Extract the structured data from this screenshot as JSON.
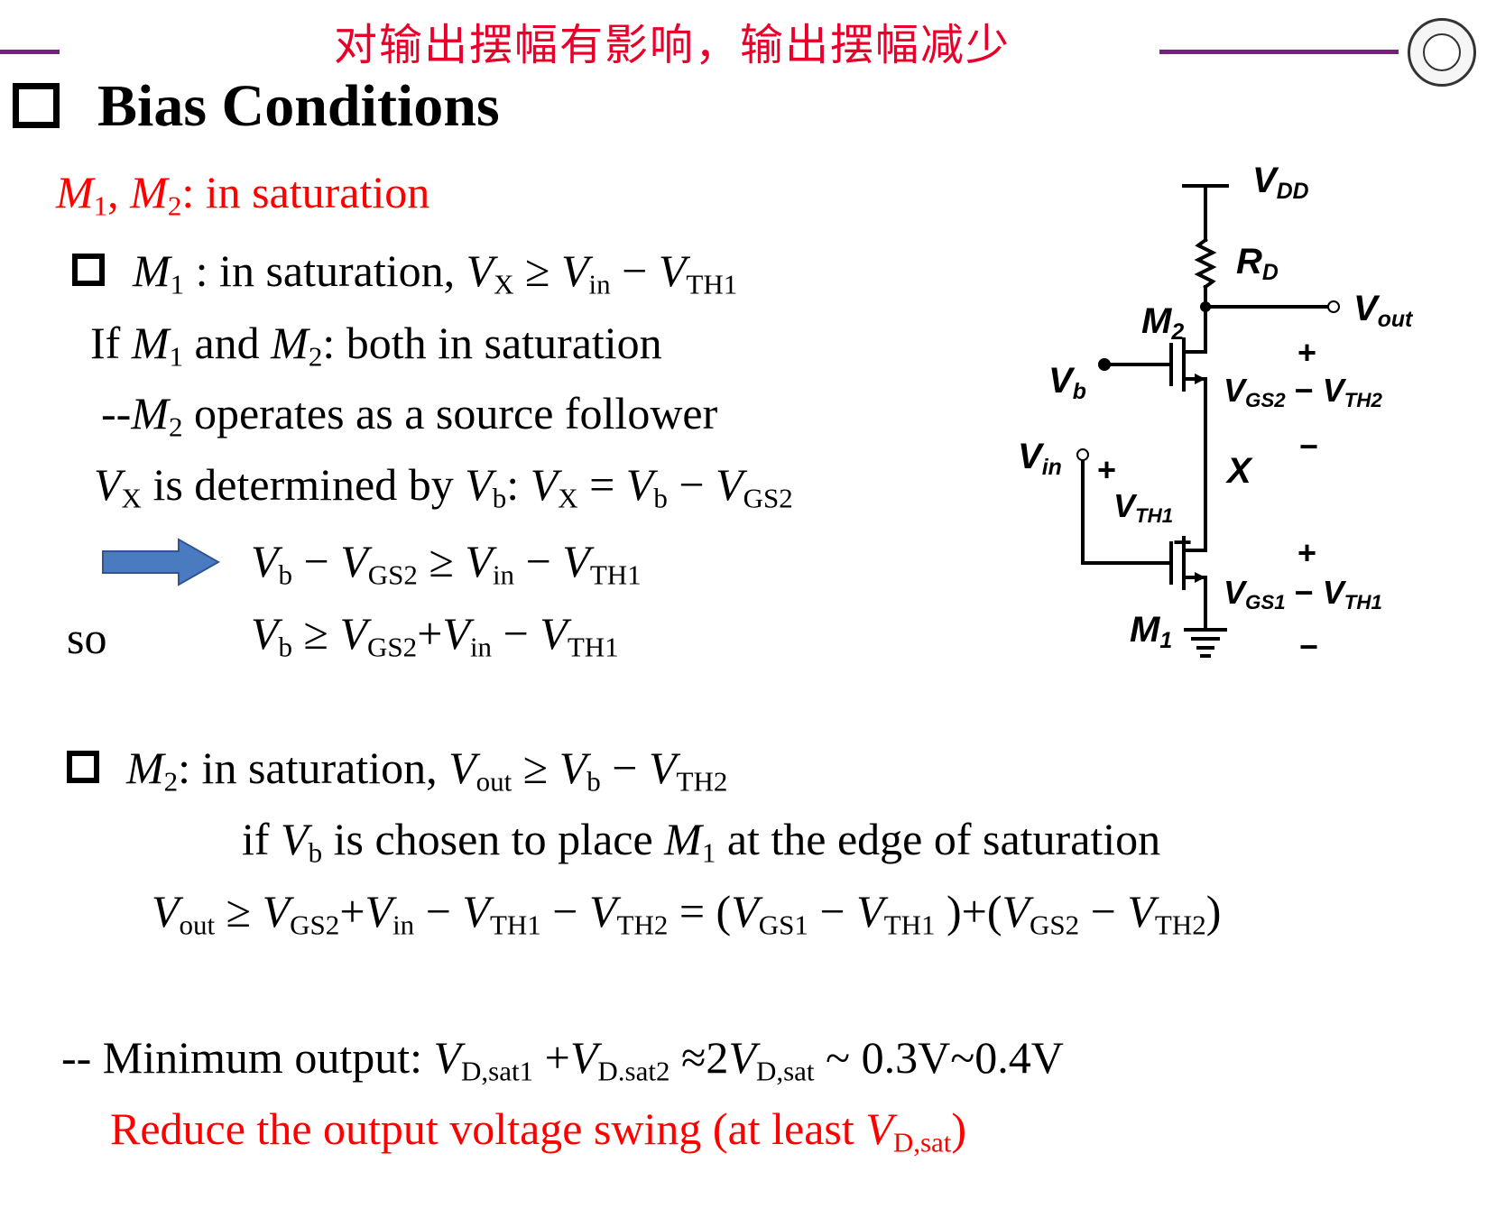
{
  "annotation": {
    "handwritten": "对输出摆幅有影响，输出摆幅减少"
  },
  "title": "Bias Conditions",
  "lines": {
    "l1": {
      "m1": "M",
      "s1": "1",
      "comma": ", ",
      "m2": "M",
      "s2": "2",
      "text": ": in saturation"
    },
    "l2": {
      "m": "M",
      "s": "1",
      "t1": " : in saturation, ",
      "vx": "V",
      "sx": "X",
      "ge": " ≥ ",
      "vin": "V",
      "sin": "in",
      "minus": " − ",
      "vth": "V",
      "sth": "TH1"
    },
    "l3": {
      "t1": "If ",
      "m1": "M",
      "s1": "1",
      "t2": " and ",
      "m2": "M",
      "s2": "2",
      "t3": ": both in saturation"
    },
    "l4": {
      "t1": "--",
      "m": "M",
      "s": "2",
      "t2": " operates as a source follower"
    },
    "l5": {
      "v1": "V",
      "s1": "X",
      "t1": " is determined by ",
      "v2": "V",
      "s2": "b",
      "t2": ": ",
      "v3": "V",
      "s3": "X",
      "t3": " = ",
      "v4": "V",
      "s4": "b",
      "t4": " − ",
      "v5": "V",
      "s5": "GS2"
    },
    "l6": {
      "v1": "V",
      "s1": "b",
      "t1": " − ",
      "v2": "V",
      "s2": "GS2",
      "t2": " ≥ ",
      "v3": "V",
      "s3": "in",
      "t3": " − ",
      "v4": "V",
      "s4": "TH1"
    },
    "l7": {
      "so": "so",
      "v1": "V",
      "s1": "b",
      "t1": " ≥ ",
      "v2": "V",
      "s2": "GS2",
      "t2": "+",
      "v3": "V",
      "s3": "in",
      "t3": " − ",
      "v4": "V",
      "s4": "TH1"
    },
    "l8": {
      "m": "M",
      "s": "2",
      "t1": ": in saturation, ",
      "v1": "V",
      "s1": "out",
      "t2": " ≥ ",
      "v2": "V",
      "s2": "b",
      "t3": " − ",
      "v3": "V",
      "s3": "TH2"
    },
    "l9": {
      "t1": "if ",
      "v": "V",
      "s": "b",
      "t2": " is chosen to place ",
      "m": "M",
      "ms": "1",
      "t3": " at the edge of saturation"
    },
    "l10": {
      "v1": "V",
      "s1": "out",
      "t1": " ≥ ",
      "v2": "V",
      "s2": "GS2",
      "t2": "+",
      "v3": "V",
      "s3": "in",
      "t3": " − ",
      "v4": "V",
      "s4": "TH1",
      "t4": " − ",
      "v5": "V",
      "s5": "TH2",
      "t5": " = (",
      "v6": "V",
      "s6": "GS1",
      "t6": " − ",
      "v7": "V",
      "s7": "TH1",
      "t7": " )+(",
      "v8": "V",
      "s8": "GS2",
      "t8": " − ",
      "v9": "V",
      "s9": "TH2",
      "t9": ")"
    },
    "l11": {
      "t1": "-- Minimum output: ",
      "v1": "V",
      "s1": "D,sat1",
      "t2": " +",
      "v2": "V",
      "s2": "D.sat2",
      "t3": " ≈2",
      "v3": "V",
      "s3": "D,sat",
      "t4": "   ~  0.3V~0.4V"
    },
    "l12": {
      "t1": "Reduce the output voltage swing (at least ",
      "v": "V",
      "s": "D,sat",
      "t2": ")"
    }
  },
  "circuit": {
    "vdd": "V",
    "vdd_sub": "DD",
    "rd": "R",
    "rd_sub": "D",
    "m2": "M",
    "m2_sub": "2",
    "vout": "V",
    "vout_sub": "out",
    "vb": "V",
    "vb_sub": "b",
    "plus1": "+",
    "vgs2": "V",
    "vgs2_sub": "GS2",
    "dash2": " − ",
    "vth2": "V",
    "vth2_sub": "TH2",
    "minus1": "−",
    "vin": "V",
    "vin_sub": "in",
    "plus_in": "+",
    "x": "X",
    "vth1": "V",
    "vth1_sub": "TH1",
    "minus_th1": "−",
    "plus2": "+",
    "vgs1": "V",
    "vgs1_sub": "GS1",
    "dash1": " − ",
    "vth1b": "V",
    "vth1b_sub": "TH1",
    "m1": "M",
    "m1_sub": "1",
    "minus2": "−"
  },
  "colors": {
    "accent_line": "#7a1f82",
    "red_text": "#ff0000",
    "arrow_fill": "#4a7bc0",
    "arrow_stroke": "#2f5597"
  }
}
